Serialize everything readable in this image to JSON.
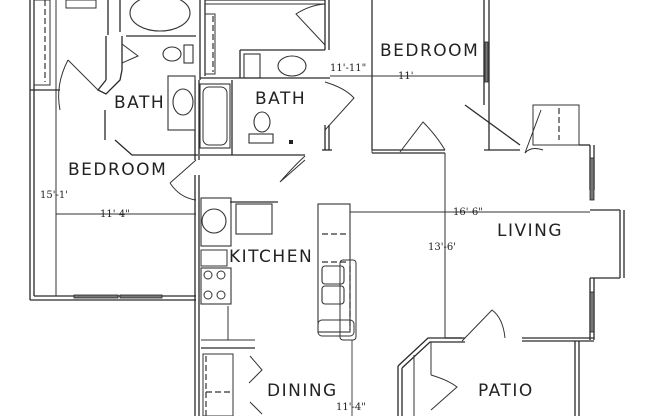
{
  "floorplan": {
    "rooms": [
      {
        "id": "bedroom-1",
        "label": "BEDROOM"
      },
      {
        "id": "bedroom-2",
        "label": "BEDROOM"
      },
      {
        "id": "bath-1",
        "label": "BATH"
      },
      {
        "id": "bath-2",
        "label": "BATH"
      },
      {
        "id": "kitchen",
        "label": "KITCHEN"
      },
      {
        "id": "living",
        "label": "LIVING"
      },
      {
        "id": "dining",
        "label": "DINING"
      },
      {
        "id": "patio",
        "label": "PATIO"
      }
    ],
    "dimensions": {
      "bedroom_top_width_a": "11'-11\"",
      "bedroom_top_width_b": "11'",
      "bedroom_left_depth": "15'-1'",
      "bedroom_left_width": "11'-4\"",
      "living_width": "16'-6\"",
      "living_depth": "13'-6'",
      "dining_width": "11'-4\""
    },
    "colors": {
      "line": "#2a2a2a",
      "background": "#ffffff",
      "window_fill": "#777777"
    }
  }
}
